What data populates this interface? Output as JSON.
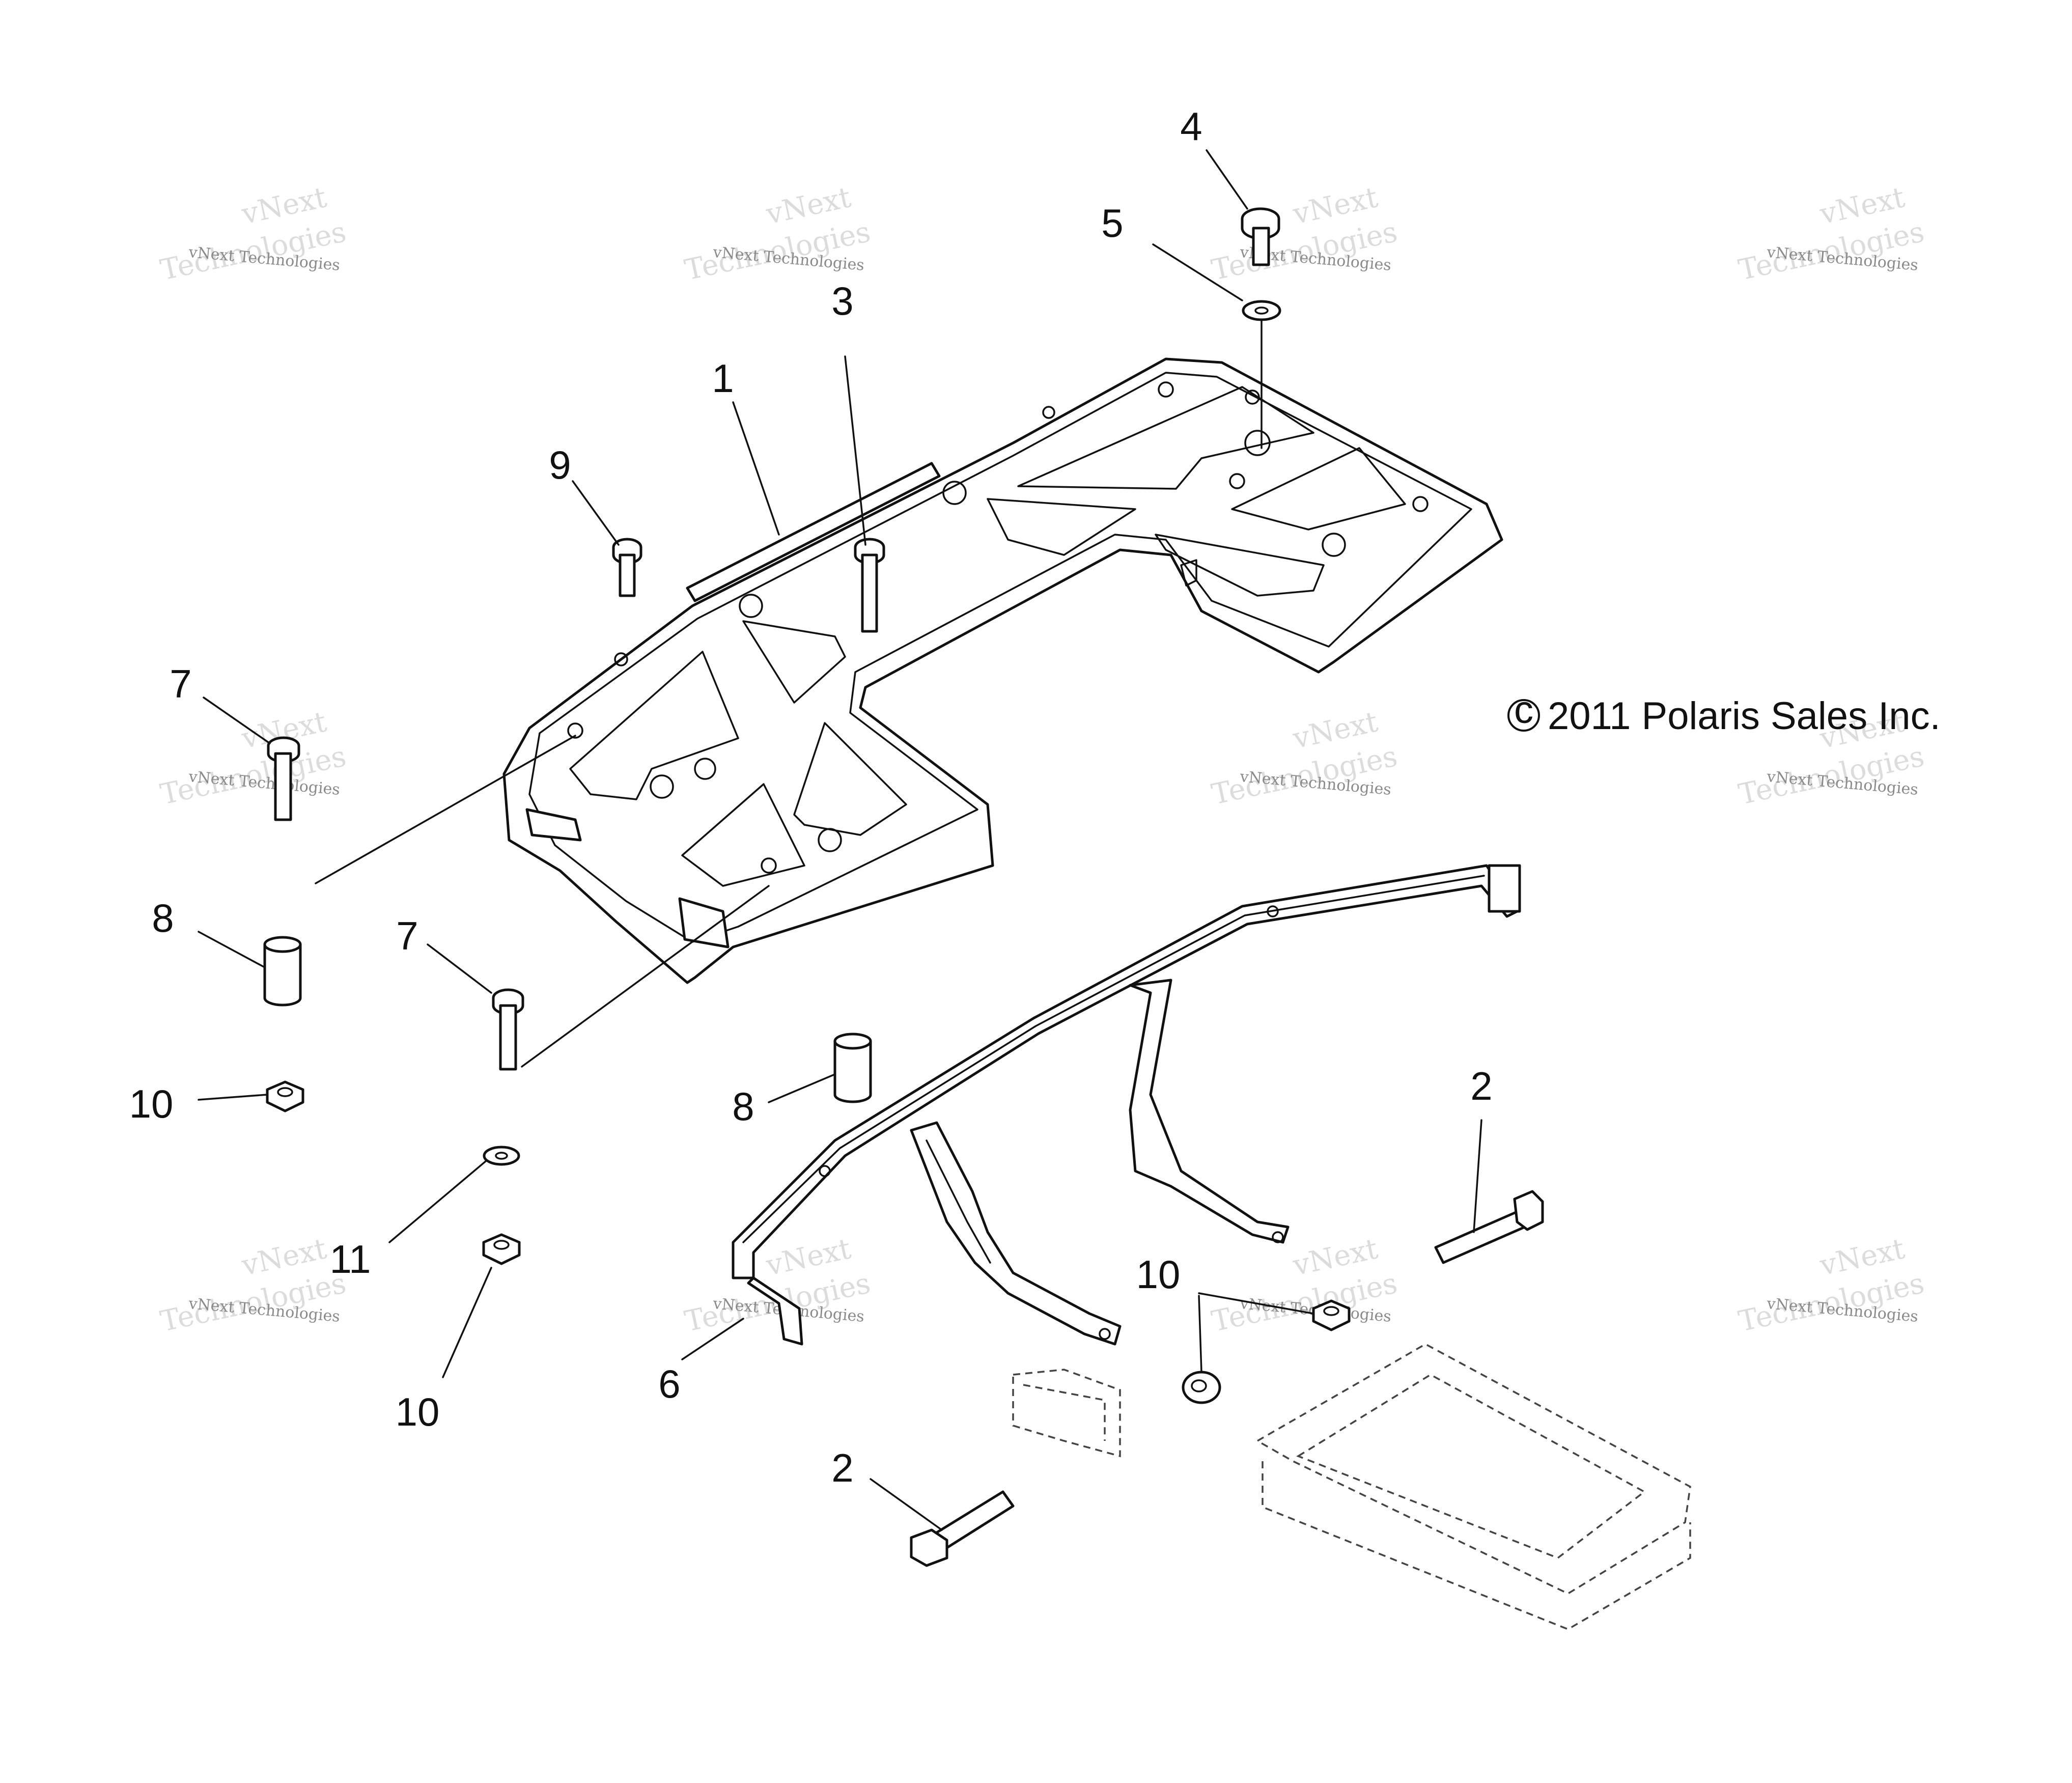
{
  "colors": {
    "line": "#111111",
    "background": "#ffffff",
    "watermark": "#8a8a8a",
    "watermark_light": "#dcdcdc"
  },
  "copyright": {
    "symbol": "c",
    "text": "2011 Polaris Sales Inc."
  },
  "watermark": {
    "line1": "vNext Technologies",
    "line2": "vNext",
    "line3": "Technologies"
  },
  "callouts": [
    {
      "label": "1"
    },
    {
      "label": "2"
    },
    {
      "label": "2"
    },
    {
      "label": "3"
    },
    {
      "label": "4"
    },
    {
      "label": "5"
    },
    {
      "label": "6"
    },
    {
      "label": "7"
    },
    {
      "label": "7"
    },
    {
      "label": "8"
    },
    {
      "label": "8"
    },
    {
      "label": "9"
    },
    {
      "label": "10"
    },
    {
      "label": "10"
    },
    {
      "label": "10"
    },
    {
      "label": "11"
    }
  ]
}
